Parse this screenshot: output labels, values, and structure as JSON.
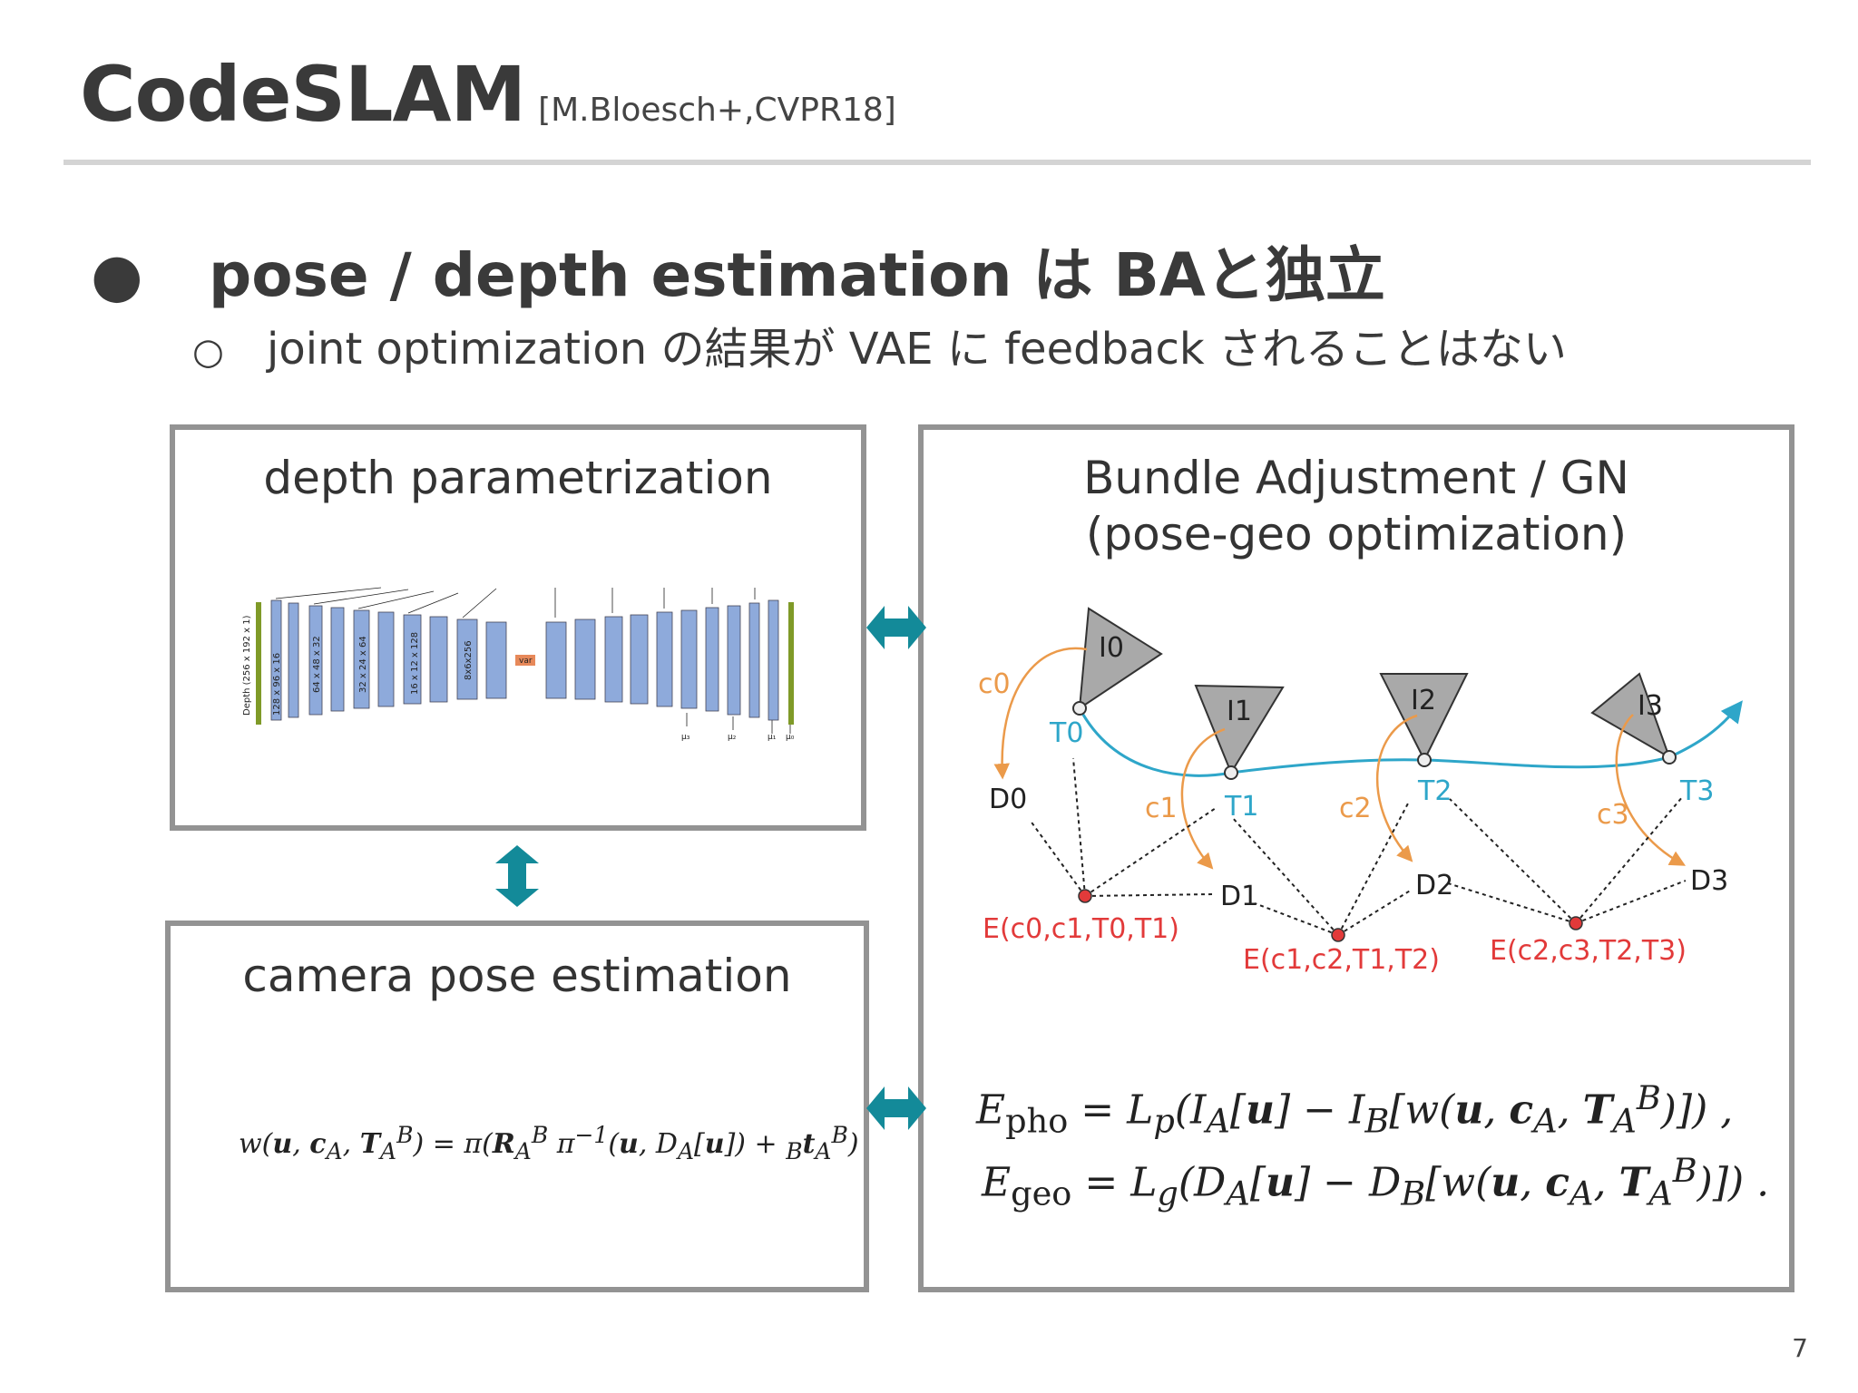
{
  "slide": {
    "title": "CodeSLAM",
    "citation": "[M.Bloesch+,CVPR18]",
    "bullet": "pose / depth estimation は BAと独立",
    "sub_bullet": "joint optimization の結果が VAE に feedback されることはない",
    "page_number": "7"
  },
  "panels": {
    "depth": {
      "title": "depth parametrization",
      "network": {
        "input_label": "Depth (256 x 192 x 1)",
        "layer_labels": [
          "128 x 96 x 16",
          "64 x 48 x 32",
          "32 x 24 x 64",
          "16 x 12 x 128",
          "8x6x256"
        ],
        "var_label": "var",
        "outputs": [
          "μ₃",
          "μ₂",
          "μ₁",
          "μ₀"
        ]
      }
    },
    "pose": {
      "title": "camera pose estimation",
      "formula": "w(u, c_A, T_A^B) = π(R_A^B π⁻¹(u, D_A[u]) + _B t_A^B)"
    },
    "ba": {
      "title_line1": "Bundle Adjustment / GN",
      "title_line2": "(pose-geo optimization)",
      "graph": {
        "cameras": [
          "I0",
          "I1",
          "I2",
          "I3"
        ],
        "poses": [
          "T0",
          "T1",
          "T2",
          "T3"
        ],
        "codes": [
          "c0",
          "c1",
          "c2",
          "c3"
        ],
        "depths": [
          "D0",
          "D1",
          "D2",
          "D3"
        ],
        "errors": [
          "E(c0,c1,T0,T1)",
          "E(c1,c2,T1,T2)",
          "E(c2,c3,T2,T3)"
        ]
      },
      "eq_pho": "E_pho = L_p(I_A[u] − I_B[w(u, c_A, T_A^B)]) ,",
      "eq_geo": "E_geo = L_g(D_A[u] − D_B[w(u, c_A, T_A^B)]) ."
    }
  },
  "colors": {
    "title": "#3a3a3a",
    "panel_border": "#939393",
    "arrow": "#138a99",
    "layer_blue": "#8eaadb",
    "layer_green": "#7f9a28",
    "var_orange": "#e7895a",
    "pose_cyan": "#2ea6c9",
    "code_orange": "#eb9a4a",
    "error_red": "#e23a3a"
  }
}
